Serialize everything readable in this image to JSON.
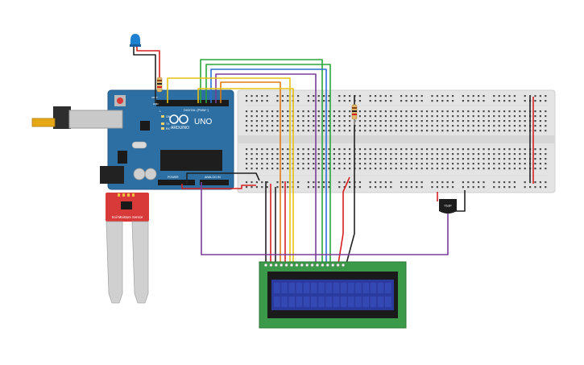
{
  "arduino": {
    "model_text": "UNO",
    "brand_text": "ARDUINO",
    "digital_header_label": "DIGITAL (PWM~)",
    "power_header_label": "POWER",
    "analog_header_label": "ANALOG IN",
    "aref_label": "AREF",
    "gnd_label": "GND",
    "on_label": "ON",
    "tx_label": "TX",
    "rx_label": "RX",
    "l_label": "L"
  },
  "sensor": {
    "label_line": "Soil Moisture Sensor"
  },
  "temp_sensor": {
    "label": "TMP"
  },
  "lcd": {
    "line1": "",
    "line2": ""
  },
  "colors": {
    "arduino_board": "#2d6fa3",
    "breadboard": "#e6e6e6",
    "lcd_pcb": "#3b9a49",
    "lcd_screen": "#2a3a9e",
    "sensor_pcb": "#d83a3a",
    "wire_red": "#d62020",
    "wire_black": "#222222",
    "wire_purple": "#7a3d99",
    "wire_green": "#2aa63a",
    "wire_blue": "#2b6fd6",
    "wire_orange": "#e07b13",
    "wire_yellow": "#e6c213",
    "led": "#1f7fd1"
  }
}
